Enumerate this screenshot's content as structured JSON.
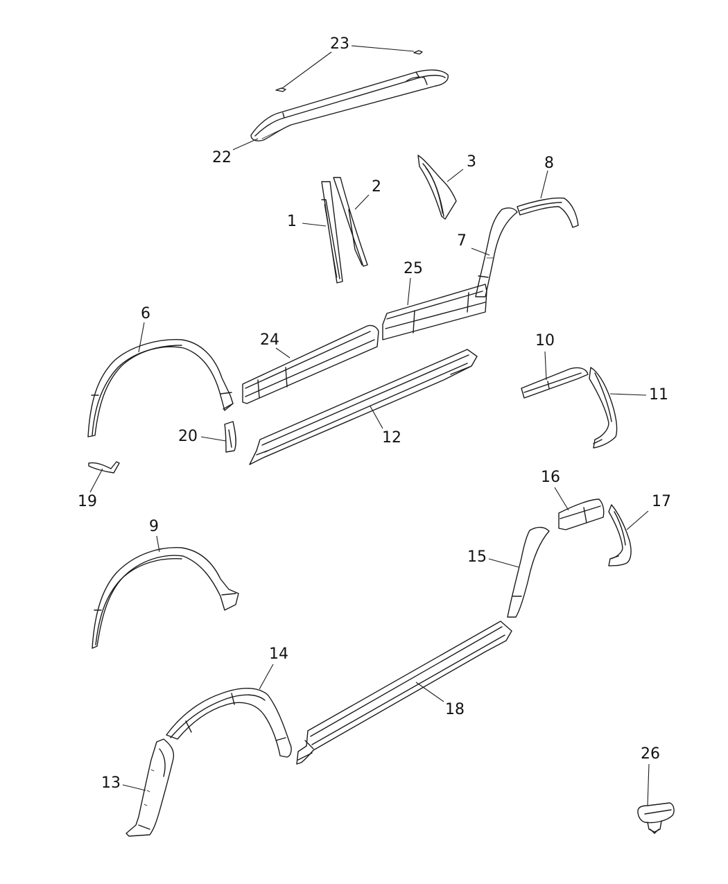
{
  "colors": {
    "line": "#1a1a1a",
    "background": "#ffffff"
  },
  "callouts": [
    {
      "id": "c1",
      "label": "1"
    },
    {
      "id": "c2",
      "label": "2"
    },
    {
      "id": "c3",
      "label": "3"
    },
    {
      "id": "c6",
      "label": "6"
    },
    {
      "id": "c7",
      "label": "7"
    },
    {
      "id": "c8",
      "label": "8"
    },
    {
      "id": "c9",
      "label": "9"
    },
    {
      "id": "c10",
      "label": "10"
    },
    {
      "id": "c11",
      "label": "11"
    },
    {
      "id": "c12",
      "label": "12"
    },
    {
      "id": "c13",
      "label": "13"
    },
    {
      "id": "c14",
      "label": "14"
    },
    {
      "id": "c15",
      "label": "15"
    },
    {
      "id": "c16",
      "label": "16"
    },
    {
      "id": "c17",
      "label": "17"
    },
    {
      "id": "c18",
      "label": "18"
    },
    {
      "id": "c19",
      "label": "19"
    },
    {
      "id": "c20",
      "label": "20"
    },
    {
      "id": "c22",
      "label": "22"
    },
    {
      "id": "c23",
      "label": "23"
    },
    {
      "id": "c24",
      "label": "24"
    },
    {
      "id": "c25",
      "label": "25"
    },
    {
      "id": "c26",
      "label": "26"
    }
  ]
}
